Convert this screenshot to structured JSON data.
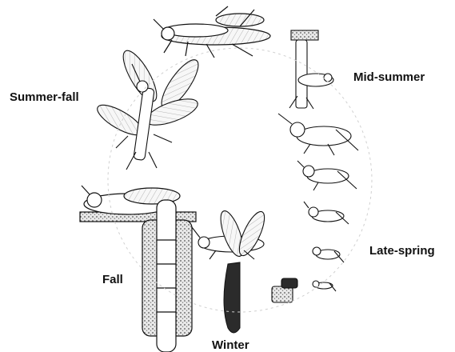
{
  "labels": {
    "summer_fall": "Summer-fall",
    "mid_summer": "Mid-summer",
    "late_spring": "Late-spring",
    "fall": "Fall",
    "winter": "Winter"
  },
  "colors": {
    "ink": "#111111",
    "background": "#ffffff",
    "soil": "#8a8a8a",
    "egg_pod": "#2b2b2b"
  }
}
